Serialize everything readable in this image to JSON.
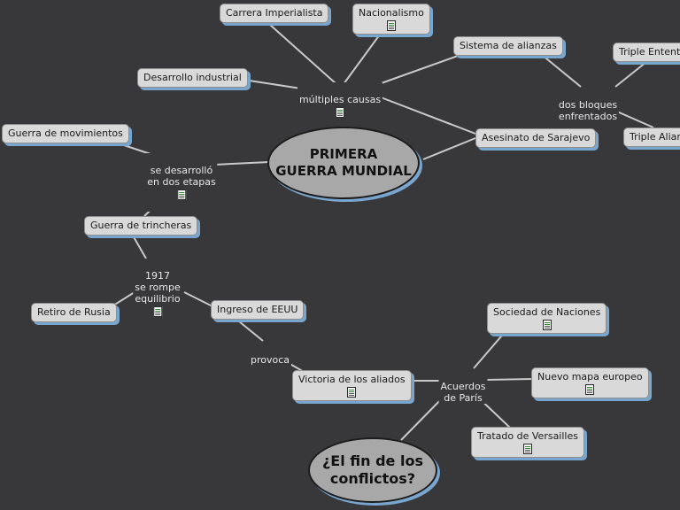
{
  "map": {
    "central": "PRIMERA\nGUERRA MUNDIAL",
    "closing": "¿El fin de los\nconflictos?"
  },
  "nodes": {
    "carrera": "Carrera Imperialista",
    "nacionalismo": "Nacionalismo",
    "alianzas": "Sistema de alianzas",
    "desarrollo": "Desarrollo industrial",
    "entente": "Triple Entente",
    "alianza": "Triple Alianza",
    "sarajevo": "Asesinato de Sarajevo",
    "movimientos": "Guerra de movimientos",
    "trincheras": "Guerra de trincheras",
    "rusia": "Retiro de Rusia",
    "eeuu": "Ingreso de EEUU",
    "naciones": "Sociedad de Naciones",
    "mapa": "Nuevo mapa europeo",
    "victoria": "Victoria de los aliados",
    "versalles": "Tratado de Versailles"
  },
  "links": {
    "causas": "múltiples causas",
    "bloques": "dos bloques\nenfrentados",
    "etapas": "se desarrolló\nen dos etapas",
    "equilibrio": "1917\nse rompe\nequilibrio",
    "provoca": "provoca",
    "acuerdos": "Acuerdos\nde París"
  },
  "icons": {
    "note": "note-icon"
  }
}
